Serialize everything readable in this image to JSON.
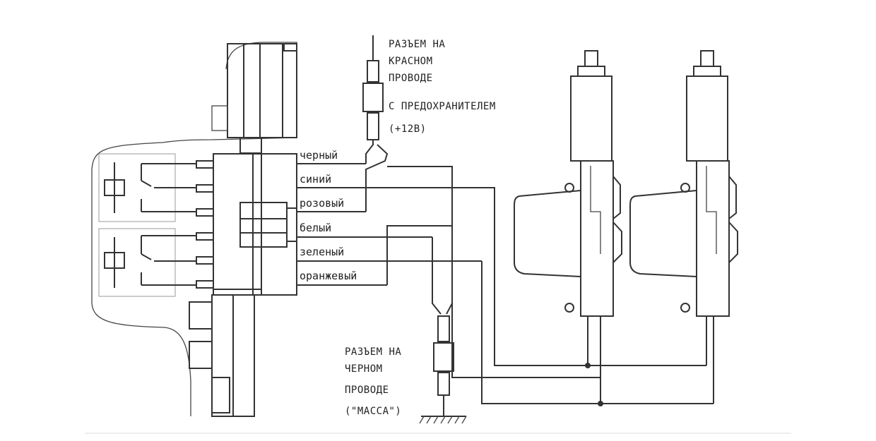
{
  "diagram": {
    "wires": [
      {
        "id": "black",
        "label": "черный"
      },
      {
        "id": "blue",
        "label": "синий"
      },
      {
        "id": "pink",
        "label": "розовый"
      },
      {
        "id": "white",
        "label": "белый"
      },
      {
        "id": "green",
        "label": "зеленый"
      },
      {
        "id": "orange",
        "label": "оранжевый"
      }
    ],
    "top_connector_note": [
      "РАЗЪЕМ НА",
      "КРАСНОМ",
      "ПРОВОДЕ",
      "С ПРЕДОХРАНИТЕЛЕМ",
      "(+12В)"
    ],
    "bottom_connector_note": [
      "РАЗЪЕМ НА",
      "ЧЕРНОМ",
      "ПРОВОДЕ",
      "(\"МАССА\")"
    ],
    "colors": {
      "line": "#333333",
      "relay_box": "#999999",
      "background": "#ffffff"
    }
  }
}
